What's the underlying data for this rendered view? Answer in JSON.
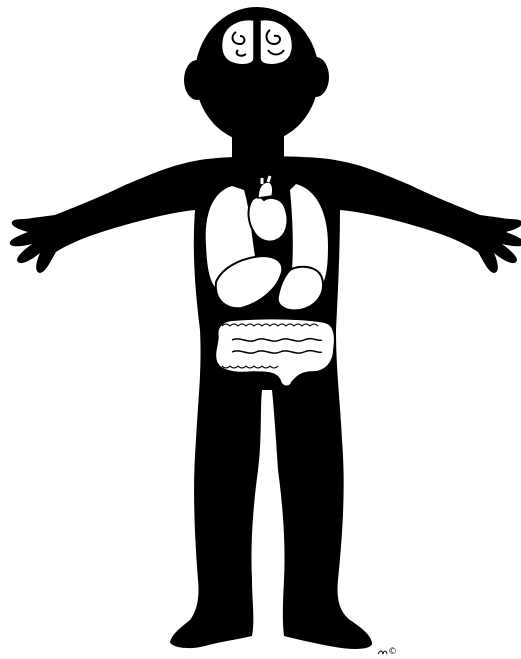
{
  "illustration": {
    "subject": "human-body-silhouette-with-organs",
    "colors": {
      "silhouette": "#000000",
      "organs": "#ffffff",
      "background": "#ffffff"
    },
    "organs": [
      "brain",
      "heart",
      "left-lung",
      "right-lung",
      "liver",
      "stomach",
      "small-intestine",
      "large-intestine"
    ],
    "signature": {
      "text": "©",
      "style": "handwritten"
    }
  }
}
